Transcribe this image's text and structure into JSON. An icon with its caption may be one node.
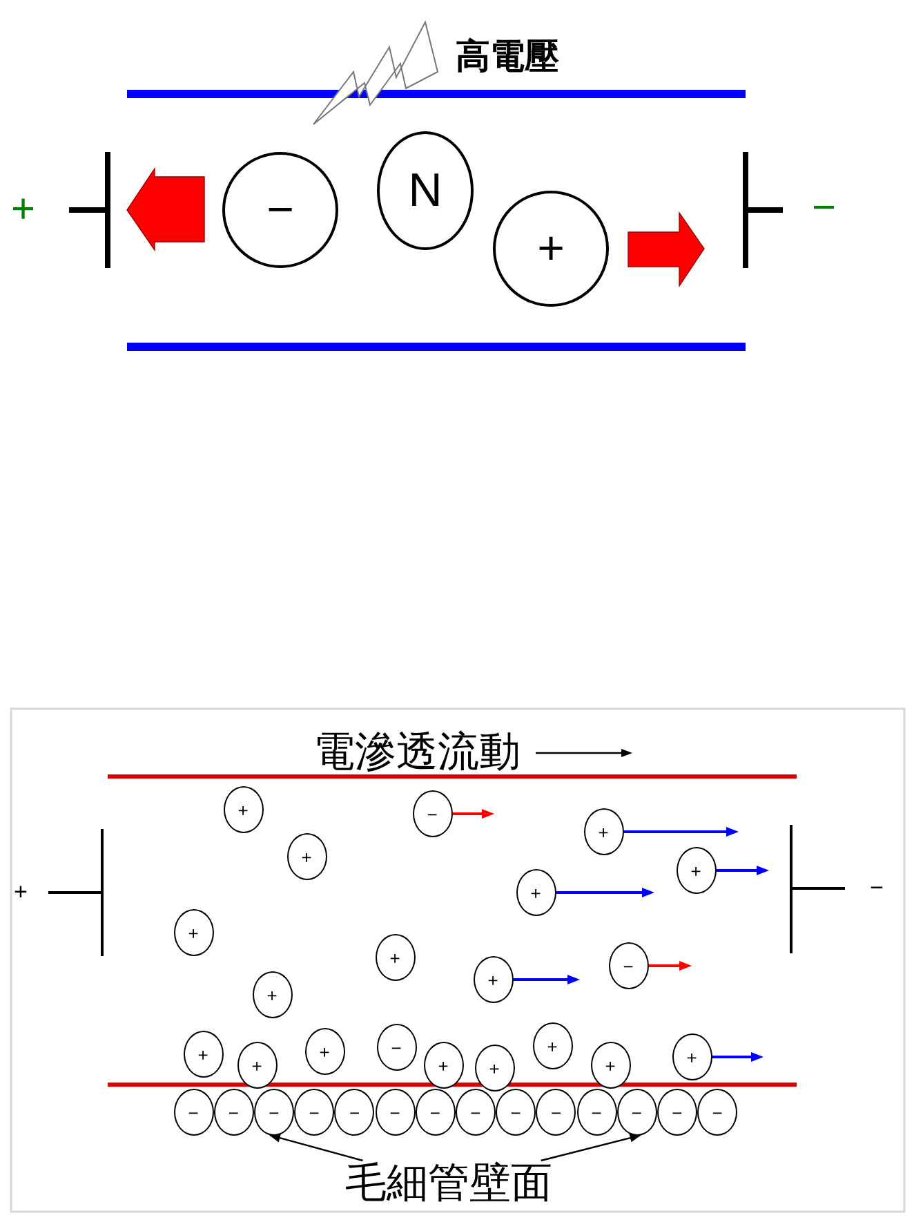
{
  "diagram": {
    "nodes": [
      {
        "text": [
          "−"
        ]
      },
      {
        "text": [
          "N"
        ]
      },
      {
        "text": [
          "+"
        ]
      },
      {
        "text": [
          "+"
        ]
      },
      {
        "text": [
          "−"
        ]
      },
      {
        "text": [
          "+"
        ]
      },
      {
        "text": [
          "+"
        ]
      },
      {
        "text": [
          "+"
        ]
      },
      {
        "text": [
          "+"
        ]
      },
      {
        "text": [
          "+"
        ]
      },
      {
        "text": [
          "+"
        ]
      },
      {
        "text": [
          "−"
        ]
      },
      {
        "text": [
          "+"
        ]
      },
      {
        "text": [
          "+"
        ]
      },
      {
        "text": [
          "+"
        ]
      },
      {
        "text": [
          "+"
        ]
      },
      {
        "text": [
          "+"
        ]
      },
      {
        "text": [
          "−"
        ]
      },
      {
        "text": [
          "+"
        ]
      },
      {
        "text": [
          "+"
        ]
      },
      {
        "text": [
          "+"
        ]
      },
      {
        "text": [
          "+"
        ]
      },
      {
        "text": [
          "+"
        ]
      },
      {
        "text": [
          "−"
        ]
      },
      {
        "text": [
          "−"
        ]
      },
      {
        "text": [
          "−"
        ]
      },
      {
        "text": [
          "−"
        ]
      },
      {
        "text": [
          "−"
        ]
      },
      {
        "text": [
          "−"
        ]
      },
      {
        "text": [
          "−"
        ]
      },
      {
        "text": [
          "−"
        ]
      },
      {
        "text": [
          "−"
        ]
      },
      {
        "text": [
          "−"
        ]
      },
      {
        "text": [
          "−"
        ]
      },
      {
        "text": [
          "−"
        ]
      },
      {
        "text": [
          "−"
        ]
      },
      {
        "text": [
          "−"
        ]
      },
      {
        "text": [
          "毛細管壁面"
        ]
      }
    ],
    "edges": [
      {
        "from": 37,
        "to": 25,
        "arrow": "to"
      },
      {
        "from": 37,
        "to": 34,
        "arrow": "to"
      }
    ],
    "labels": [
      "高電壓",
      "+",
      "−",
      "電滲透流動",
      "+",
      "−"
    ]
  }
}
